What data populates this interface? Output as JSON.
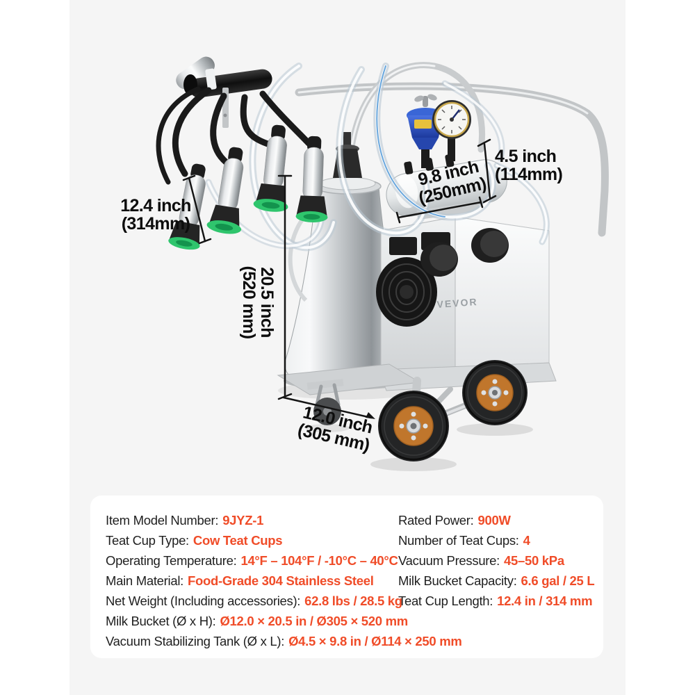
{
  "page": {
    "background": "#ffffff",
    "photo_band_color": "#f5f5f5"
  },
  "machine": {
    "logo": "VEVOR"
  },
  "annotations": {
    "teat_cup_length": {
      "line1": "12.4 inch",
      "line2": "(314mm)"
    },
    "bucket_height": {
      "line1": "20.5 inch",
      "line2": "(520 mm)"
    },
    "tank_length": {
      "line1": "9.8 inch",
      "line2": "(250mm)"
    },
    "tank_diameter": {
      "line1": "4.5 inch",
      "line2": "(114mm)"
    },
    "bucket_diameter": {
      "line1": "12.0 inch",
      "line2": "(305 mm)"
    }
  },
  "specs": {
    "left": [
      {
        "label": "Item Model Number:",
        "value": "9JYZ-1"
      },
      {
        "label": "Teat Cup Type:",
        "value": "Cow Teat Cups"
      },
      {
        "label": "Operating Temperature:",
        "value": "14°F – 104°F / -10°C – 40°C"
      },
      {
        "label": "Main Material:",
        "value": "Food-Grade 304 Stainless Steel"
      },
      {
        "label": "Net Weight (Including accessories):",
        "value": "62.8 lbs / 28.5 kg"
      },
      {
        "label": "Milk Bucket (Ø x H):",
        "value": "Ø12.0 × 20.5 in / Ø305 × 520 mm"
      },
      {
        "label": "Vacuum Stabilizing Tank (Ø x L):",
        "value": "Ø4.5 × 9.8 in / Ø114 × 250 mm"
      }
    ],
    "right": [
      {
        "label": "Rated Power:",
        "value": "900W"
      },
      {
        "label": "Number of Teat Cups:",
        "value": "4"
      },
      {
        "label": "Vacuum Pressure:",
        "value": "45–50 kPa"
      },
      {
        "label": "Milk Bucket Capacity:",
        "value": "6.6 gal / 25 L"
      },
      {
        "label": "Teat Cup Length:",
        "value": "12.4 in / 314 mm"
      }
    ]
  },
  "colors": {
    "accent": "#F04C28",
    "label_text": "#1F1F1F",
    "wheel_hub_orange": "#C0762C",
    "teat_cup_green": "#2FC56D",
    "regulator_blue": "#2B50C0"
  }
}
